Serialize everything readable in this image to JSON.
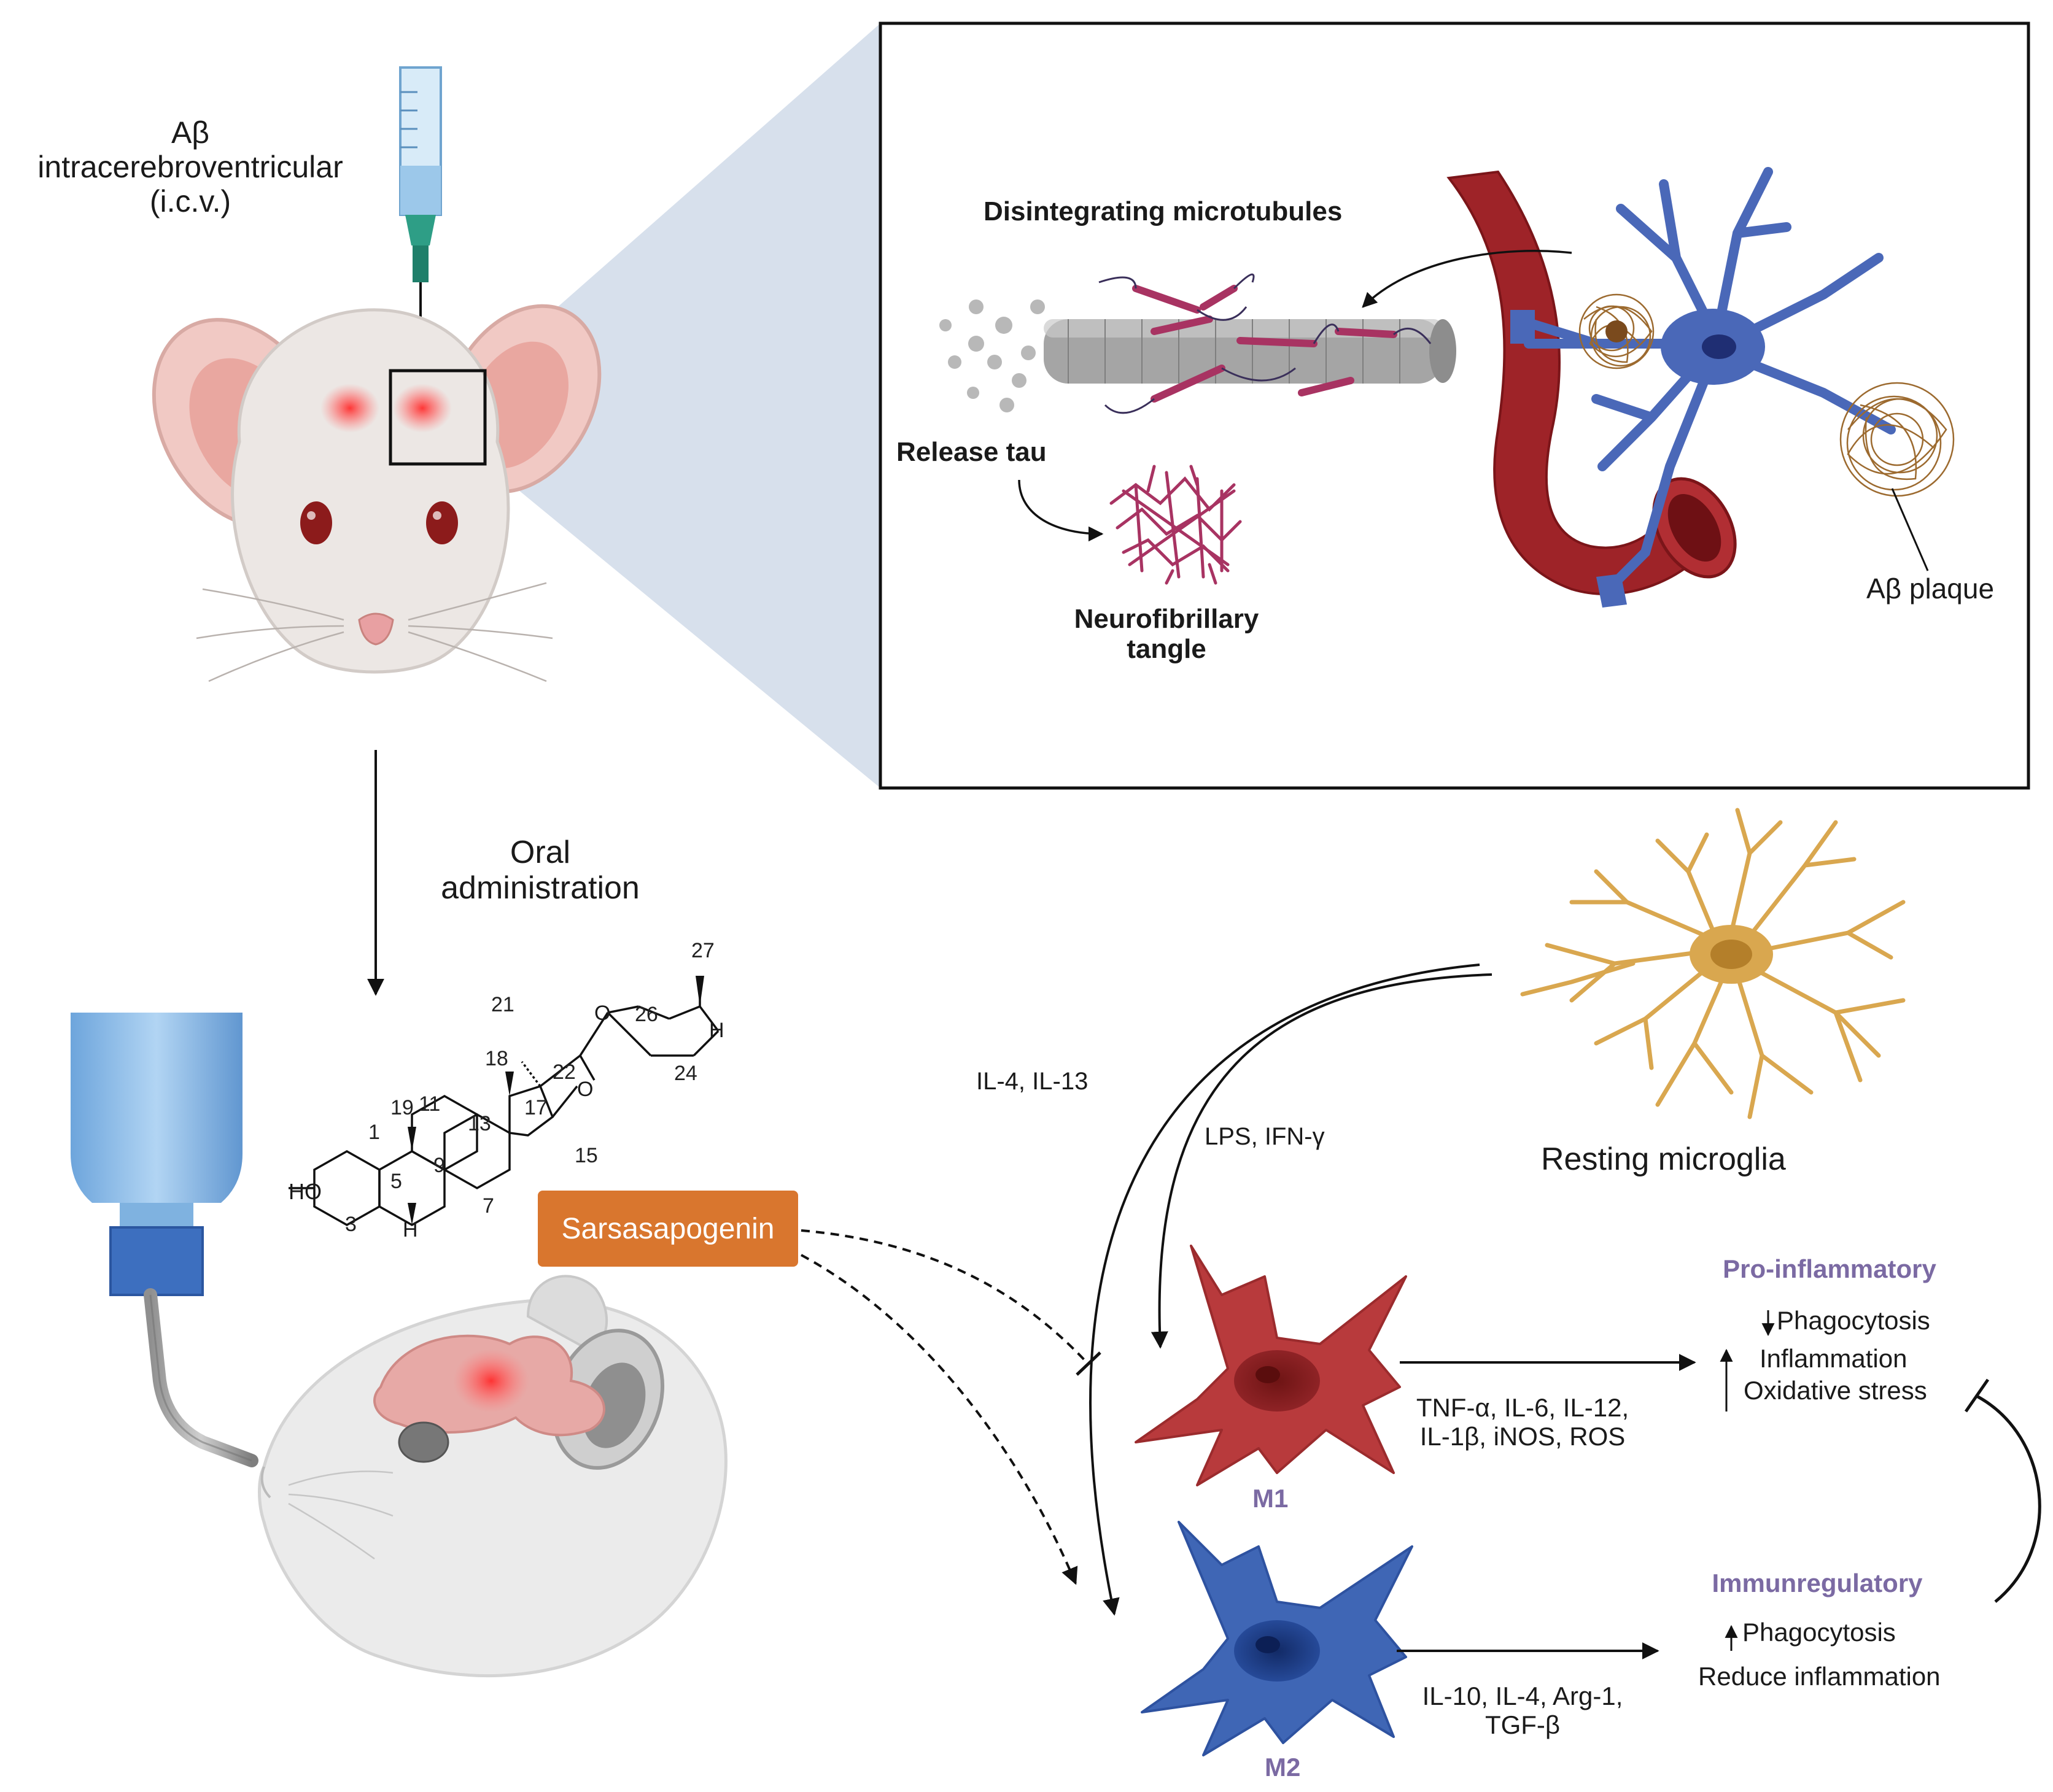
{
  "injection": {
    "line1": "Aβ",
    "line2": "intracerebroventricular",
    "line3": "(i.c.v.)"
  },
  "oral": {
    "line1": "Oral",
    "line2": "administration"
  },
  "inset": {
    "microtubules": "Disintegrating microtubules",
    "release_tau": "Release tau",
    "tangle_line1": "Neurofibrillary",
    "tangle_line2": "tangle",
    "plaque": "Aβ plaque"
  },
  "molecule": {
    "name": "Sarsasapogenin",
    "ho": "HO",
    "h_ring": "H",
    "h_side": "H",
    "o_ring": "O",
    "o_ring2": "O",
    "numbers": [
      "27",
      "21",
      "26",
      "18",
      "22",
      "24",
      "11",
      "19",
      "13",
      "17",
      "1",
      "9",
      "15",
      "5",
      "7",
      "3"
    ]
  },
  "resting": "Resting microglia",
  "stimuli": {
    "m1": "LPS, IFN-γ",
    "m2": "IL-4, IL-13"
  },
  "m1": {
    "label": "M1",
    "cytokines_line1": "TNF-α, IL-6, IL-12,",
    "cytokines_line2": "IL-1β, iNOS, ROS",
    "state": "Pro-inflammatory",
    "effect1": "Phagocytosis",
    "effect2": "Inflammation",
    "effect3": "Oxidative stress"
  },
  "m2": {
    "label": "M2",
    "cytokines_line1": "IL-10, IL-4, Arg-1,",
    "cytokines_line2": "TGF-β",
    "state": "Immunregulatory",
    "effect1": "Phagocytosis",
    "effect2": "Reduce inflammation"
  },
  "colors": {
    "m1_cell": "#b83a3c",
    "m2_cell": "#3f66b5",
    "resting_cell": "#d9a74f",
    "astrocyte": "#4a68b8",
    "vessel": "#9e2328",
    "sarsasapogenin_box": "#d9762e",
    "state_title": "#7b6aa3",
    "tau": "#a83362",
    "plaque": "#9c6a2f"
  }
}
